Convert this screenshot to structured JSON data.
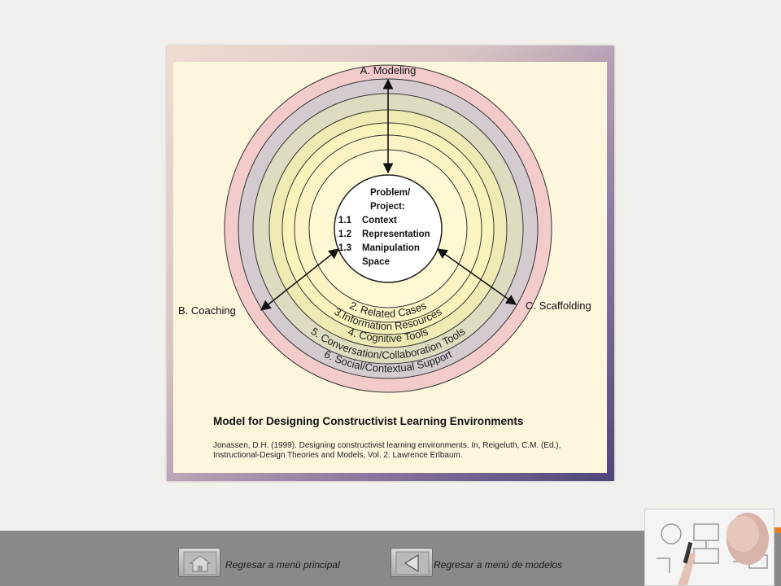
{
  "diagram": {
    "outer_labels": {
      "modeling": "A. Modeling",
      "coaching": "B. Coaching",
      "scaffolding": "C. Scaffolding"
    },
    "center_lines": [
      "Problem/",
      "Project:",
      "1.1",
      "Context",
      "1.2",
      "Representation",
      "1.3",
      "Manipulation",
      "Space"
    ],
    "rings": [
      {
        "label": "2. Related Cases",
        "color": "#fbf3c3"
      },
      {
        "label": "3.Information Resources",
        "color": "#f9f2bb"
      },
      {
        "label": "4. Cognitive Tools",
        "color": "#efeab3"
      },
      {
        "label": "5. Conversation/Collaboration Tools",
        "color": "#dddcc0"
      },
      {
        "label": "6. Social/Contextual Support",
        "color": "#d3cbcf"
      }
    ],
    "outer_ring_color": "#f3cbcb",
    "title": "Model for Designing Constructivist Learning Environments",
    "citation": "Jonassen, D.H. (1999). Designing constructivist learning environments. In, Reigeluth, C.M. (Ed.), Instructional-Design Theories and Models, Vol. 2. Lawrence Erlbaum."
  },
  "footer": {
    "home_icon": "home-icon",
    "back_icon": "back-triangle-icon",
    "main_menu_label": "Regresar a menú principal",
    "models_menu_label": "Regresar a menú de modelos",
    "accent_color": "#e87a22"
  }
}
